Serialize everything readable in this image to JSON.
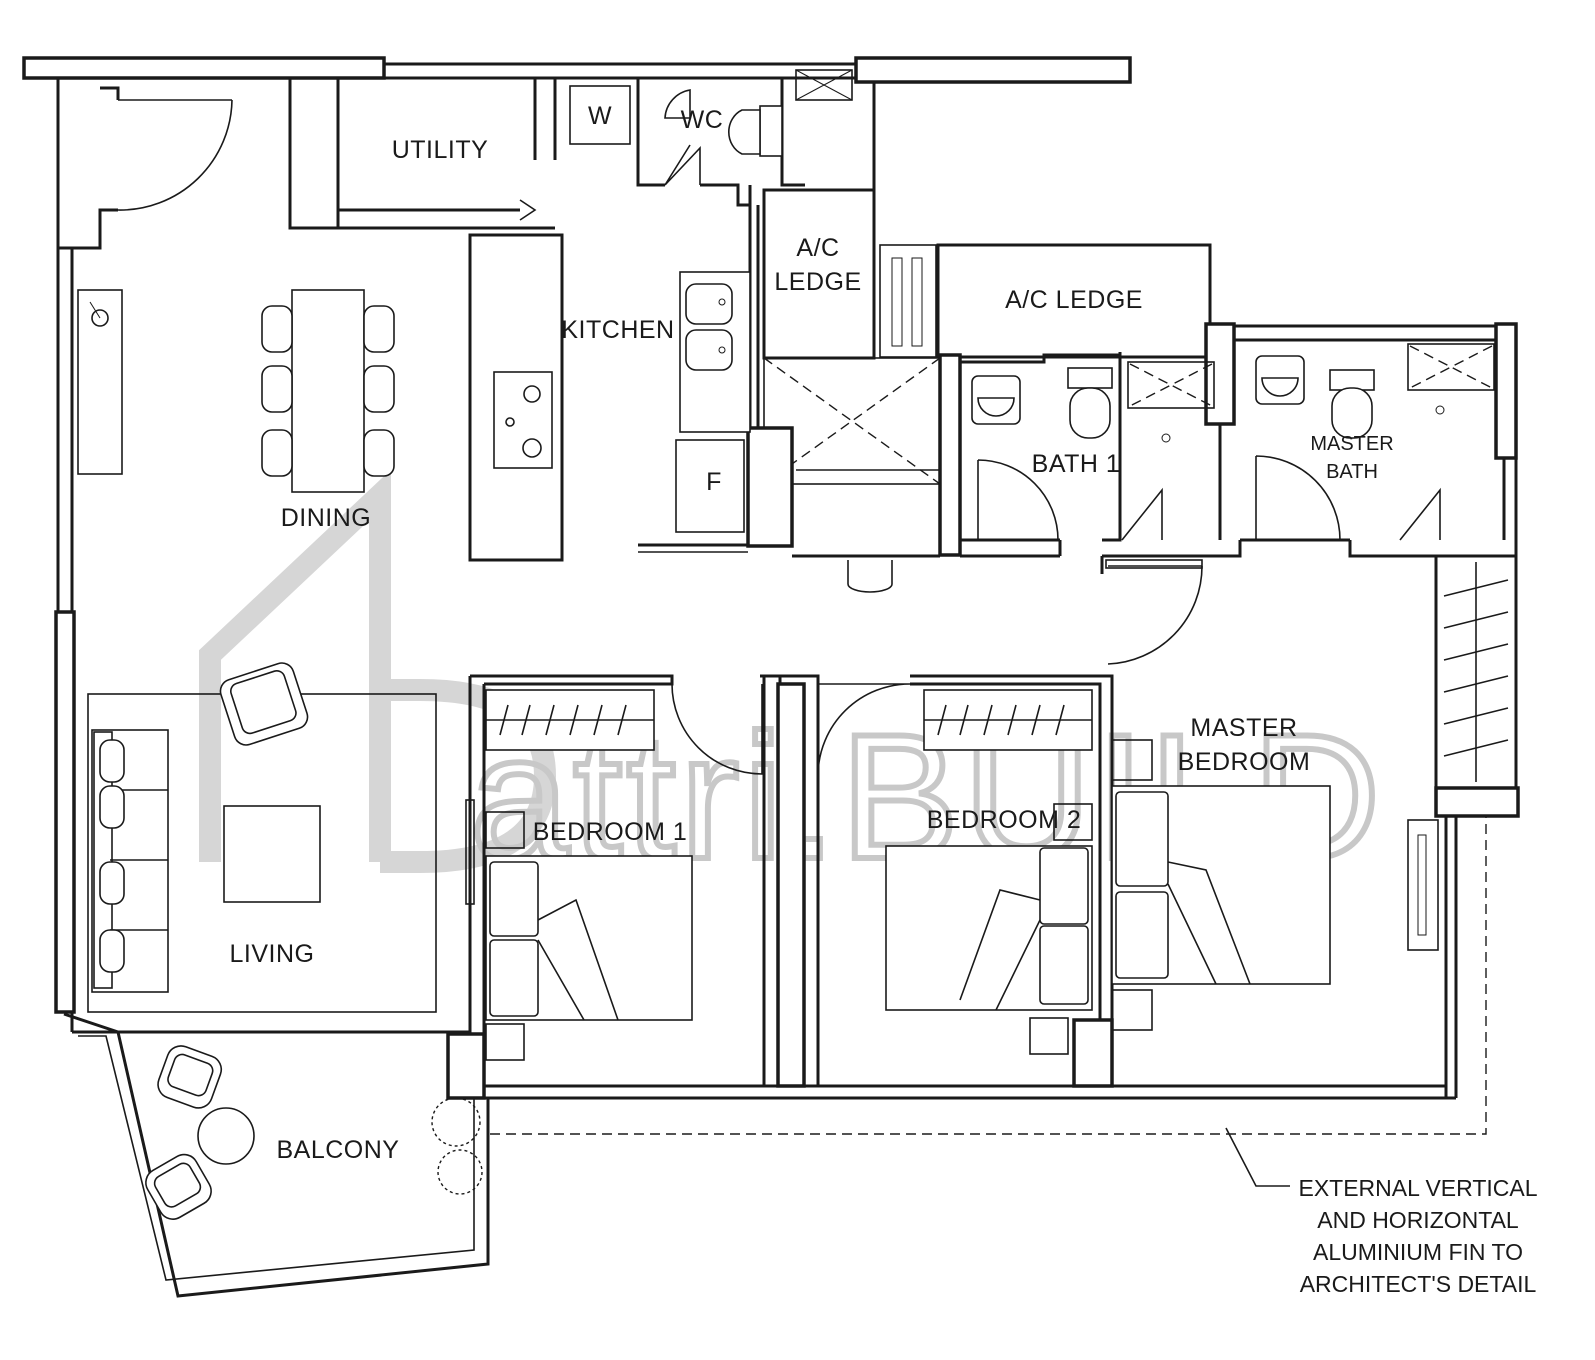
{
  "rooms": {
    "utility": "UTILITY",
    "w": "W",
    "wc": "WC",
    "ac_ledge_1": [
      "A/C",
      "LEDGE"
    ],
    "ac_ledge_2": "A/C LEDGE",
    "kitchen": "KITCHEN",
    "f": "F",
    "dining": "DINING",
    "bath_1": "BATH 1",
    "master_bath": [
      "MASTER",
      "BATH"
    ],
    "master_bedroom": [
      "MASTER",
      "BEDROOM"
    ],
    "bedroom_1": "BEDROOM 1",
    "bedroom_2": "BEDROOM 2",
    "living": "LIVING",
    "balcony": "BALCONY"
  },
  "note": [
    "EXTERNAL VERTICAL",
    "AND HORIZONTAL",
    "ALUMINIUM FIN TO",
    "ARCHITECT'S DETAIL"
  ],
  "watermark": "attri.BUILD",
  "colors": {
    "ink": "#1a1a1a",
    "watermark": "#c8c8c8",
    "background": "#ffffff"
  }
}
